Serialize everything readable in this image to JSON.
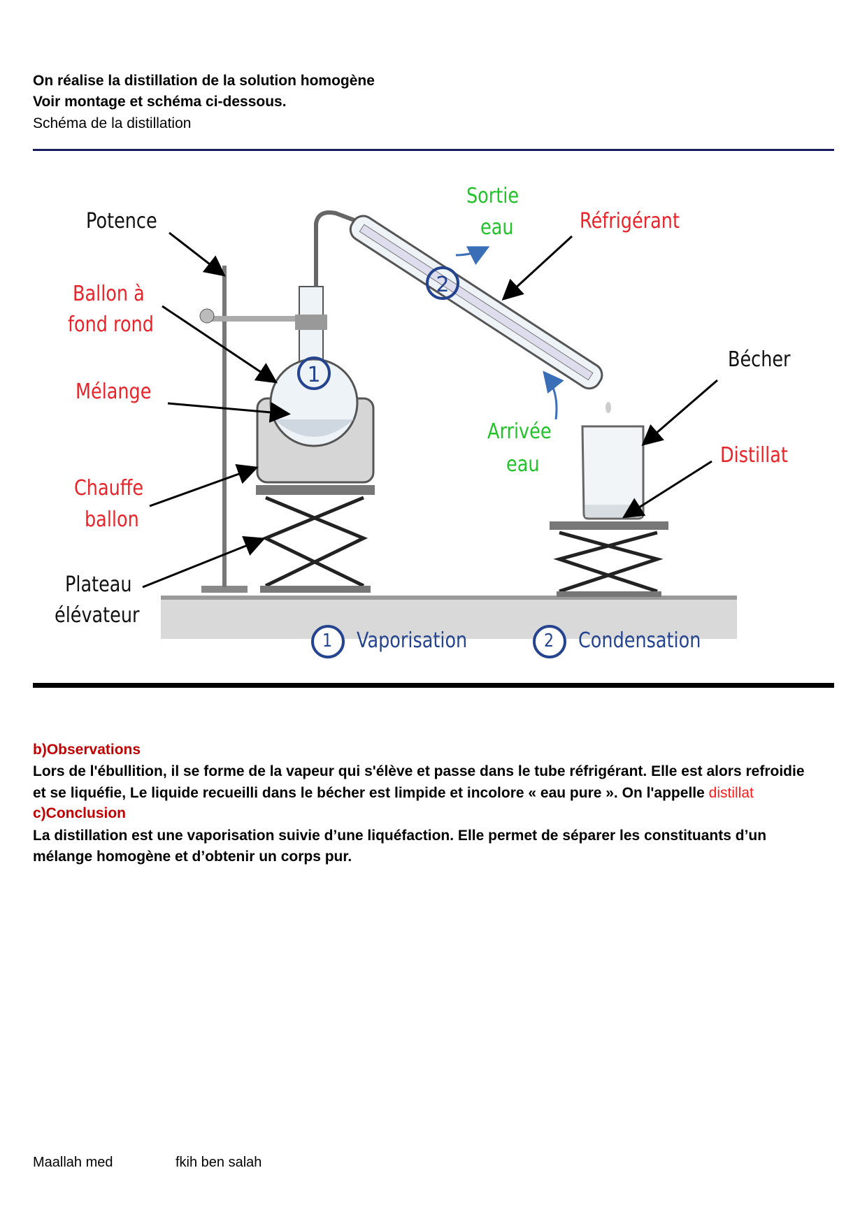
{
  "header": {
    "line1": "On réalise la distillation de la solution homogène",
    "line2": "Voir montage et schéma ci-dessous.",
    "line3": "Schéma de la distillation"
  },
  "diagram": {
    "labels": {
      "potence": "Potence",
      "ballon_1": "Ballon à",
      "ballon_2": "fond rond",
      "melange": "Mélange",
      "chauffe_1": "Chauffe",
      "chauffe_2": "ballon",
      "plateau_1": "Plateau",
      "plateau_2": "élévateur",
      "sortie_1": "Sortie",
      "sortie_2": "eau",
      "refrigerant": "Réfrigérant",
      "becher": "Bécher",
      "distillat": "Distillat",
      "arrivee_1": "Arrivée",
      "arrivee_2": "eau"
    },
    "steps": [
      {
        "number": "1",
        "label": "Vaporisation"
      },
      {
        "number": "2",
        "label": "Condensation"
      }
    ],
    "colors": {
      "red": "#e8242a",
      "green": "#22c22a",
      "blue": "#25448f"
    }
  },
  "observations": {
    "title": "b)Observations",
    "line1": "Lors de l'ébullition, il se forme de la vapeur qui s'élève et passe dans  le tube réfrigérant. Elle est alors refroidie",
    "line2": "et se liquéfie, Le liquide recueilli dans le bécher est limpide  et incolore  « eau pure ». On l'appelle ",
    "highlight": "distillat"
  },
  "conclusion": {
    "title": "c)Conclusion",
    "line1": "La distillation est une vaporisation suivie d’une liquéfaction. Elle permet de séparer les constituants d’un",
    "line2": "mélange homogène et d’obtenir un corps pur."
  },
  "footer": {
    "author1": "Maallah med",
    "author2": "fkih ben salah"
  }
}
